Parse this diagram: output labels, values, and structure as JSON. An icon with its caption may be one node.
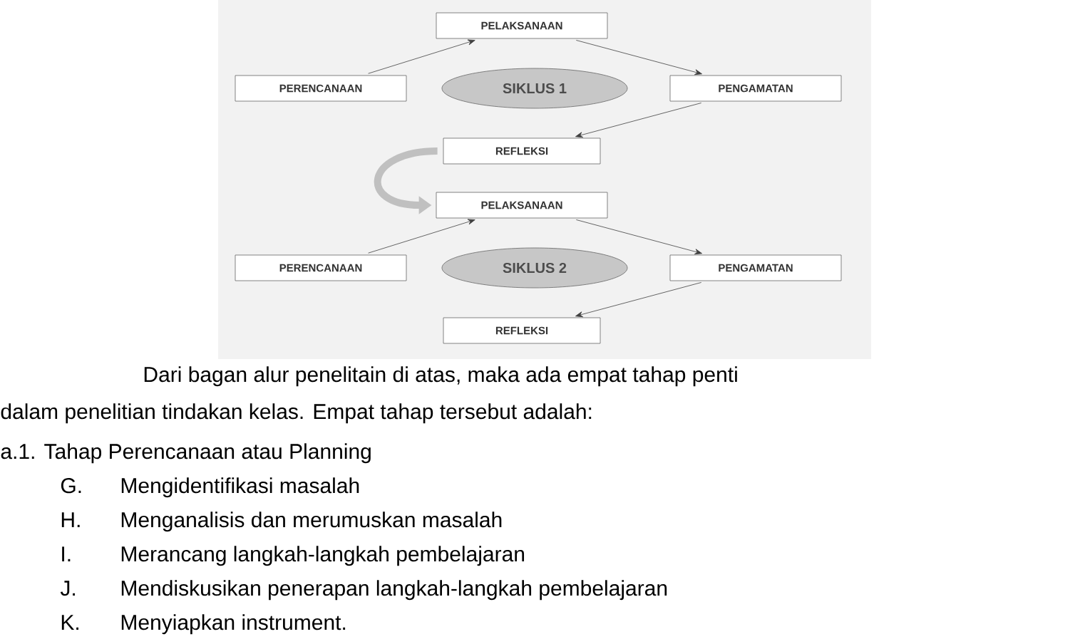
{
  "diagram": {
    "nodes": [
      {
        "text": [
          "PELAKSANAAN"
        ]
      },
      {
        "text": [
          "PERENCANAAN"
        ]
      },
      {
        "text": [
          "SIKLUS 1"
        ]
      },
      {
        "text": [
          "PENGAMATAN"
        ]
      },
      {
        "text": [
          "REFLEKSI"
        ]
      },
      {
        "text": [
          "PELAKSANAAN"
        ]
      },
      {
        "text": [
          "PERENCANAAN"
        ]
      },
      {
        "text": [
          "SIKLUS 2"
        ]
      },
      {
        "text": [
          "PENGAMATAN"
        ]
      },
      {
        "text": [
          "REFLEKSI"
        ]
      }
    ],
    "edges": [
      {
        "from": 1,
        "to": 0,
        "arrow": "to"
      },
      {
        "from": 0,
        "to": 3,
        "arrow": "to"
      },
      {
        "from": 3,
        "to": 4,
        "arrow": "to"
      },
      {
        "from": 4,
        "to": 5,
        "arrow": "to",
        "style": "thick",
        "color": "#c0c0c0"
      },
      {
        "from": 6,
        "to": 5,
        "arrow": "to"
      },
      {
        "from": 5,
        "to": 8,
        "arrow": "to"
      },
      {
        "from": 8,
        "to": 9,
        "arrow": "to"
      }
    ],
    "labels": [
      "Dari bagan alur penelitain di atas, maka ada empat tahap penti",
      "dalam penelitian tindakan kelas. Empat tahap tersebut adalah:",
      "a.1. Tahap Perencanaan atau Planning",
      "G.",
      "Mengidentifikasi masalah",
      "H.",
      "Menganalisis dan merumuskan masalah",
      "I.",
      "Merancang langkah-langkah pembelajaran",
      "J.",
      "Mendiskusikan penerapan langkah-langkah pembelajaran",
      "K.",
      "Menyiapkan instrument."
    ]
  }
}
